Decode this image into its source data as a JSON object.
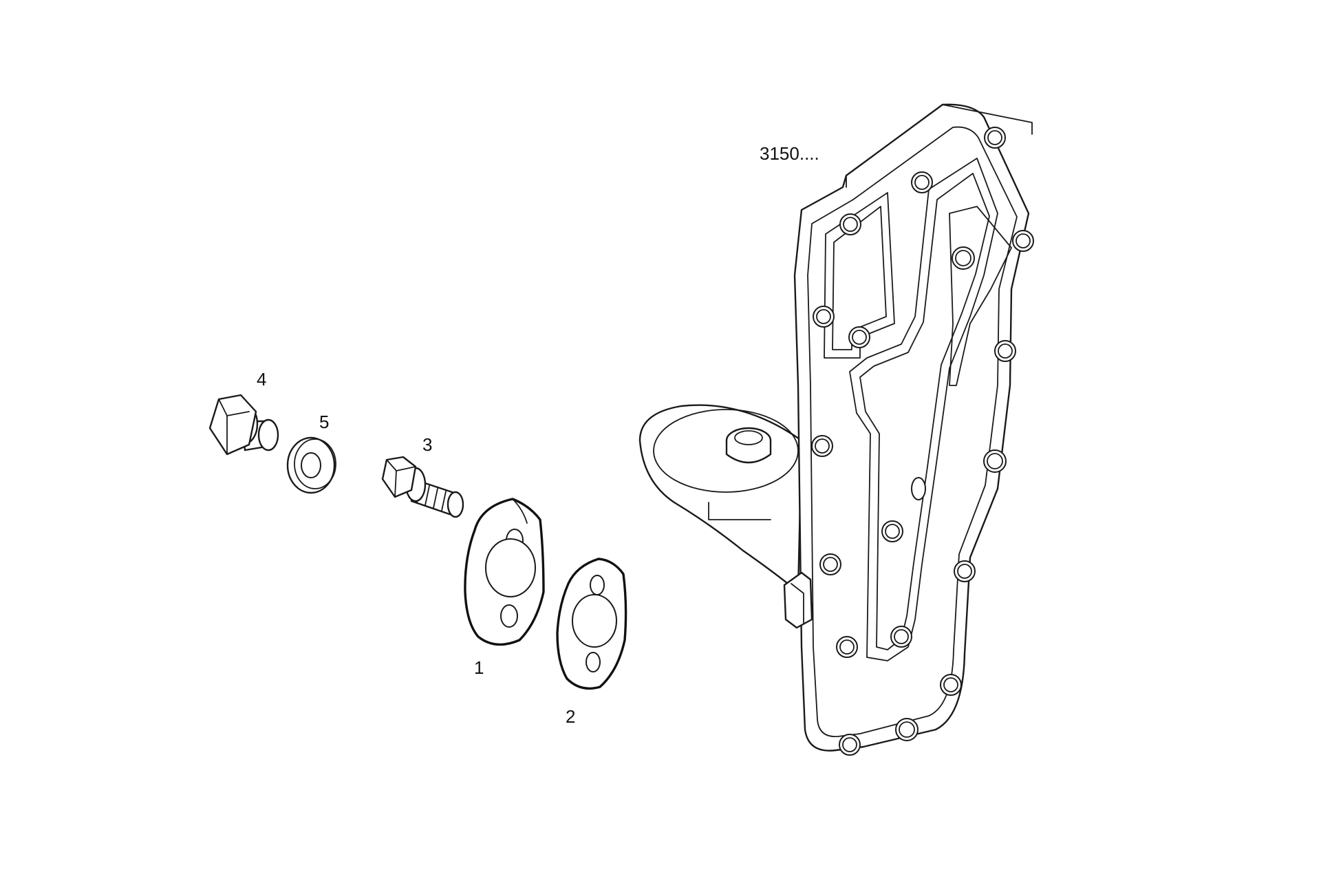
{
  "diagram": {
    "callouts": {
      "assembly": "3150....",
      "part_1": "1",
      "part_2": "2",
      "part_3": "3",
      "part_4": "4",
      "part_5": "5"
    }
  }
}
